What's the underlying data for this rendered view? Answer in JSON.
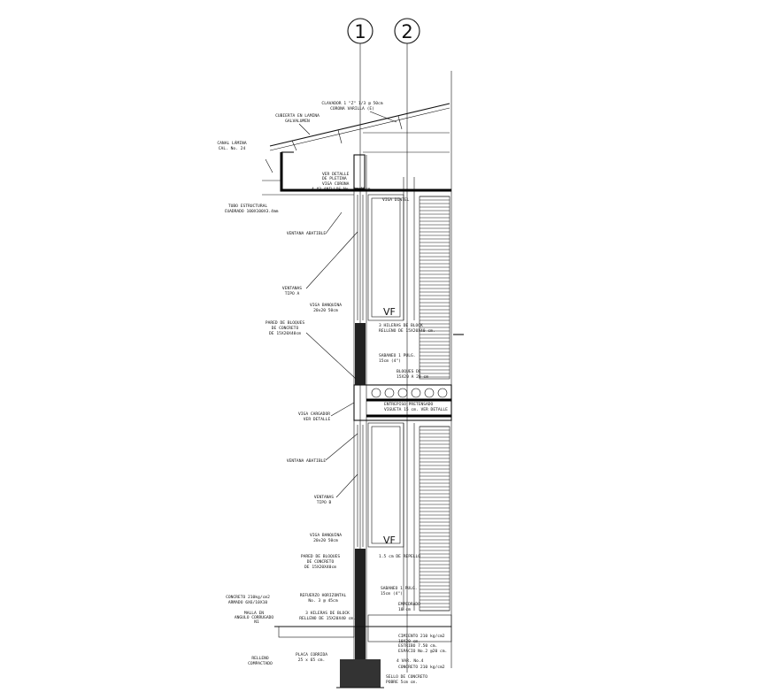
{
  "axes": [
    {
      "id": "1",
      "label": "1"
    },
    {
      "id": "2",
      "label": "2"
    }
  ],
  "annotations": {
    "clavador": "CLAVADOR 1 \"Z\" 1/3 @ 50cm",
    "clavador2": "CORONA VARILLA (E)",
    "cubierta1": "CUBIERTA EN LAMINA",
    "cubierta2": "GALVALUMEN",
    "canal1": "CANAL LÁMINA",
    "canal2": "CAL. No. 24",
    "ver_detalle_pletina1": "VER DETALLE",
    "ver_detalle_pletina2": "DE PLETINA",
    "viga_corona1": "VIGA CORONA",
    "viga_corona2": "4 #3 ANILLOS No. 2@ 15cm",
    "tubo1": "TUBO ESTRUCTURAL",
    "tubo2": "CUADRADO 100X100X3.4mm",
    "viga_dintel": "VIGA DINTEL",
    "ventana_aba1": "VENTANA ABATIBLE",
    "ventanas_a1": "VENTANAS",
    "ventanas_a2": "TIPO A",
    "vf_top": "VF",
    "viga_ban1": "VIGA BANQUINA",
    "viga_ban2": "20x20 50cm",
    "pared1": "PARED DE BLOQUES",
    "pared2": "DE CONCRETO",
    "pared3": "DE 15X20X40cm",
    "hileras1": "3 HILERAS DE BLOCK",
    "hileras2": "RELLENO DE 15X20X40 cm.",
    "sabaire1": "SABANEO 1 PULG.",
    "sabaire2": "15cm (4\")",
    "bloques1": "BLOQUES DE",
    "bloques2": "15X20 A 20 cm",
    "entrepiso1": "ENTREPISO PRETENSADO",
    "entrepiso2": "VIGUETA 15 cm. VER DETALLE",
    "viga_car1": "VIGA CARGADOR",
    "viga_car2": "VER DETALLE",
    "ventana_aba2": "VENTANA ABATIBLE",
    "ventanas_b1": "VENTANAS",
    "ventanas_b2": "TIPO B",
    "vf_bottom": "VF",
    "viga_ban3": "VIGA BANQUINA",
    "viga_ban4": "20x20 50cm",
    "pared4": "PARED DE BLOQUES",
    "pared5": "DE CONCRETO",
    "pared6": "DE 15X20X40cm",
    "repello": "1.5 cm DE REPELLO",
    "sabaire3": "SABANEO 1 PULG.",
    "sabaire4": "15cm (4\")",
    "concreto1": "CONCRETO 210kg/cm2",
    "concreto2": "ARMADO 6X6/10X10",
    "refuerzo1": "REFUERZO HORIZONTAL",
    "refuerzo2": "No. 3 @ 45cm",
    "hileras3": "3 HILERAS DE BLOCK",
    "hileras4": "RELLENO DE 15X20X40 cm.",
    "malla1": "MALLA EN",
    "malla2": "ANGULO CORRUGADO",
    "malla3": "N1",
    "empedrado1": "EMPEDRADO",
    "empedrado2": "10 cm",
    "cimiento1": "CIMIENTO 210 kg/cm2",
    "cimiento2": "10X20 cm.",
    "pedestal1": "ESTRIBO 7.50 cm.",
    "pedestal2": "ESPACIO No.2 @20 cm.",
    "relleno1": "RELLENO",
    "relleno2": "COMPACTADO",
    "placa1": "PLACA CORRIDA",
    "placa2": "25 x 65 cm.",
    "varillas": "4 VAR. No.4",
    "concreto3": "CONCRETO 210 kg/cm2",
    "sello1": "SELLO DE CONCRETO",
    "sello2": "POBRE 5cm cm."
  }
}
